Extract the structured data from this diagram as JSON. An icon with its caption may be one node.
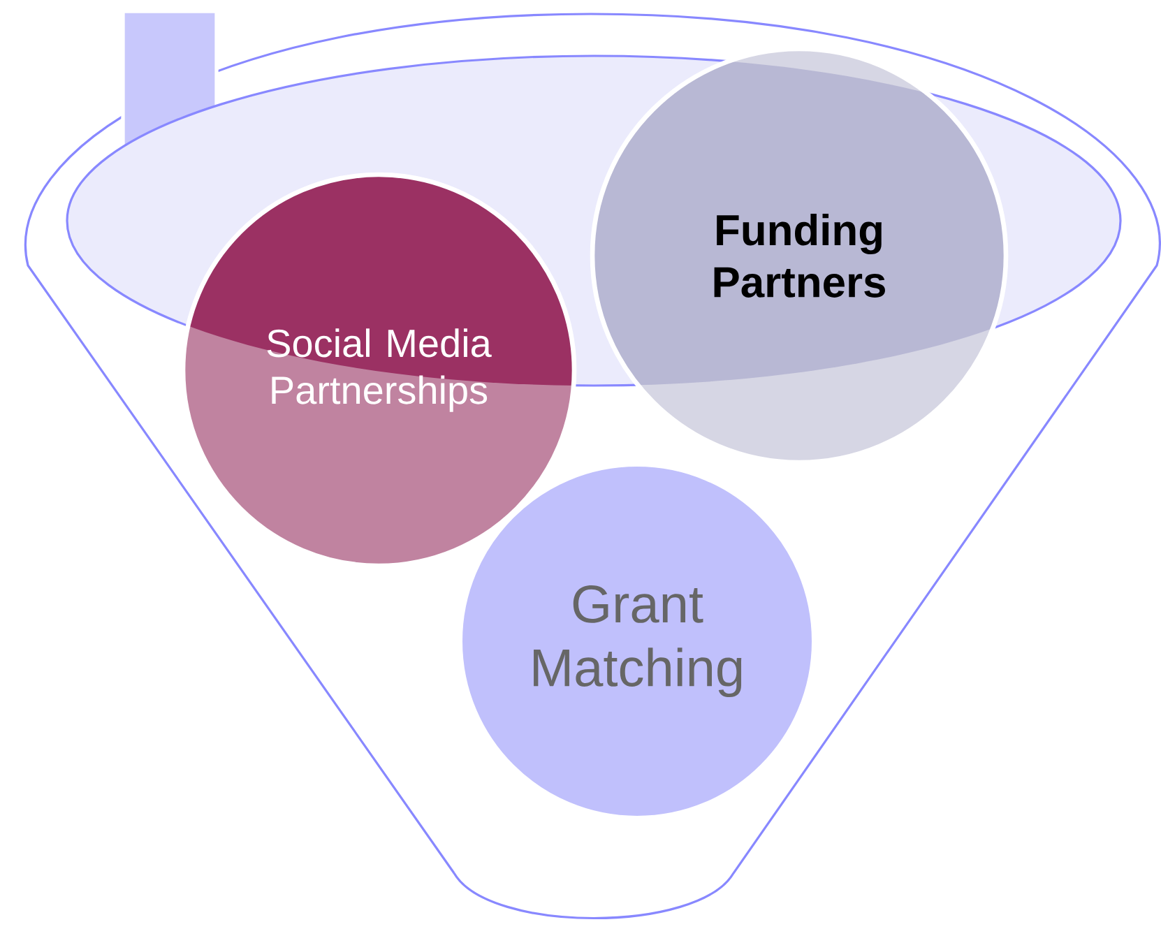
{
  "diagram": {
    "nodes": [
      {
        "text": [
          "Social Media Partnerships"
        ]
      },
      {
        "text": [
          "Funding Partners"
        ]
      },
      {
        "text": [
          "Grant Matching"
        ]
      }
    ]
  }
}
